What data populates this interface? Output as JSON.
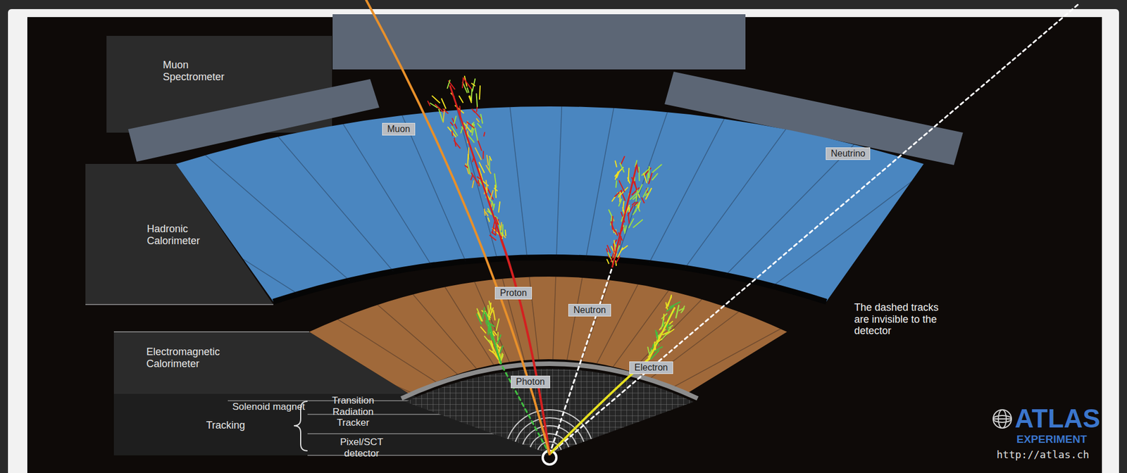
{
  "diagram": {
    "nodes": [
      {
        "text": [
          "Muon"
        ]
      },
      {
        "text": [
          "Neutrino"
        ]
      },
      {
        "text": [
          "Proton"
        ]
      },
      {
        "text": [
          "Neutron"
        ]
      },
      {
        "text": [
          "Photon"
        ]
      },
      {
        "text": [
          "Electron"
        ]
      }
    ],
    "labels": [
      "Muon Spectrometer",
      "Hadronic Calorimeter",
      "Electromagnetic Calorimeter",
      "Solenoid magnet",
      "Transition Radiation Tracker",
      "Tracking",
      "Pixel/SCT detector",
      "The dashed tracks are invisible to the detector",
      "ATLAS",
      "EXPERIMENT",
      "http://atlas.ch"
    ]
  }
}
